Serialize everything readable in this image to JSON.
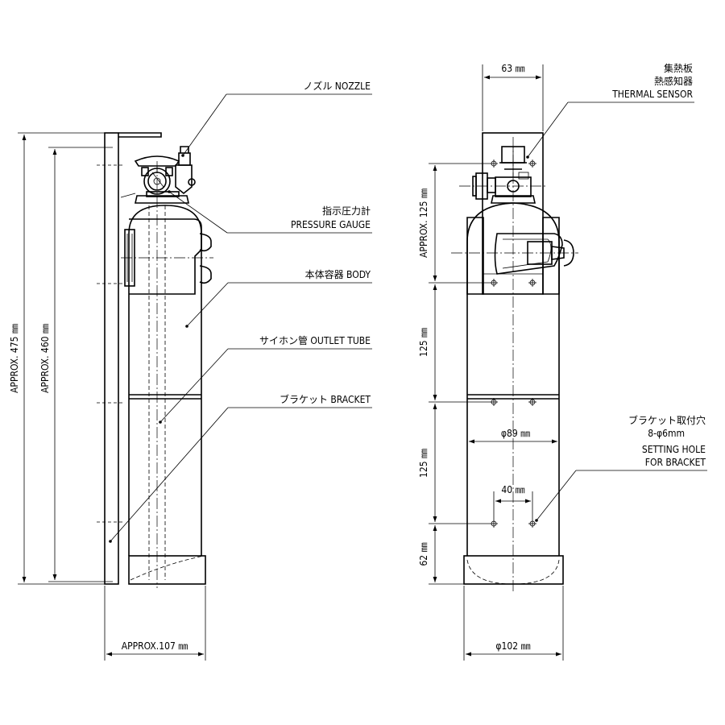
{
  "side_view": {
    "labels": {
      "nozzle": "ノズル NOZZLE",
      "gauge_jp": "指示圧力計",
      "gauge_en": "PRESSURE GAUGE",
      "body": "本体容器 BODY",
      "outlet": "サイホン管 OUTLET TUBE",
      "bracket": "ブラケット BRACKET"
    },
    "dims": {
      "height_475": "APPROX. 475 ㎜",
      "height_460": "APPROX. 460 ㎜",
      "width_107": "APPROX.107 ㎜"
    }
  },
  "front_view": {
    "labels": {
      "sensor_jp1": "集熱板",
      "sensor_jp2": "熱感知器",
      "sensor_en": "THERMAL SENSOR",
      "hole_jp": "ブラケット取付穴",
      "hole_spec": "8-φ6mm",
      "hole_en1": "SETTING HOLE",
      "hole_en2": "FOR BRACKET"
    },
    "dims": {
      "top_width": "63 ㎜",
      "seg1": "APPROX. 125 ㎜",
      "seg2": "125 ㎜",
      "seg3": "125 ㎜",
      "seg4": "62 ㎜",
      "body_dia": "φ89 ㎜",
      "hole_pitch": "40 ㎜",
      "base_dia": "φ102 ㎜"
    }
  }
}
